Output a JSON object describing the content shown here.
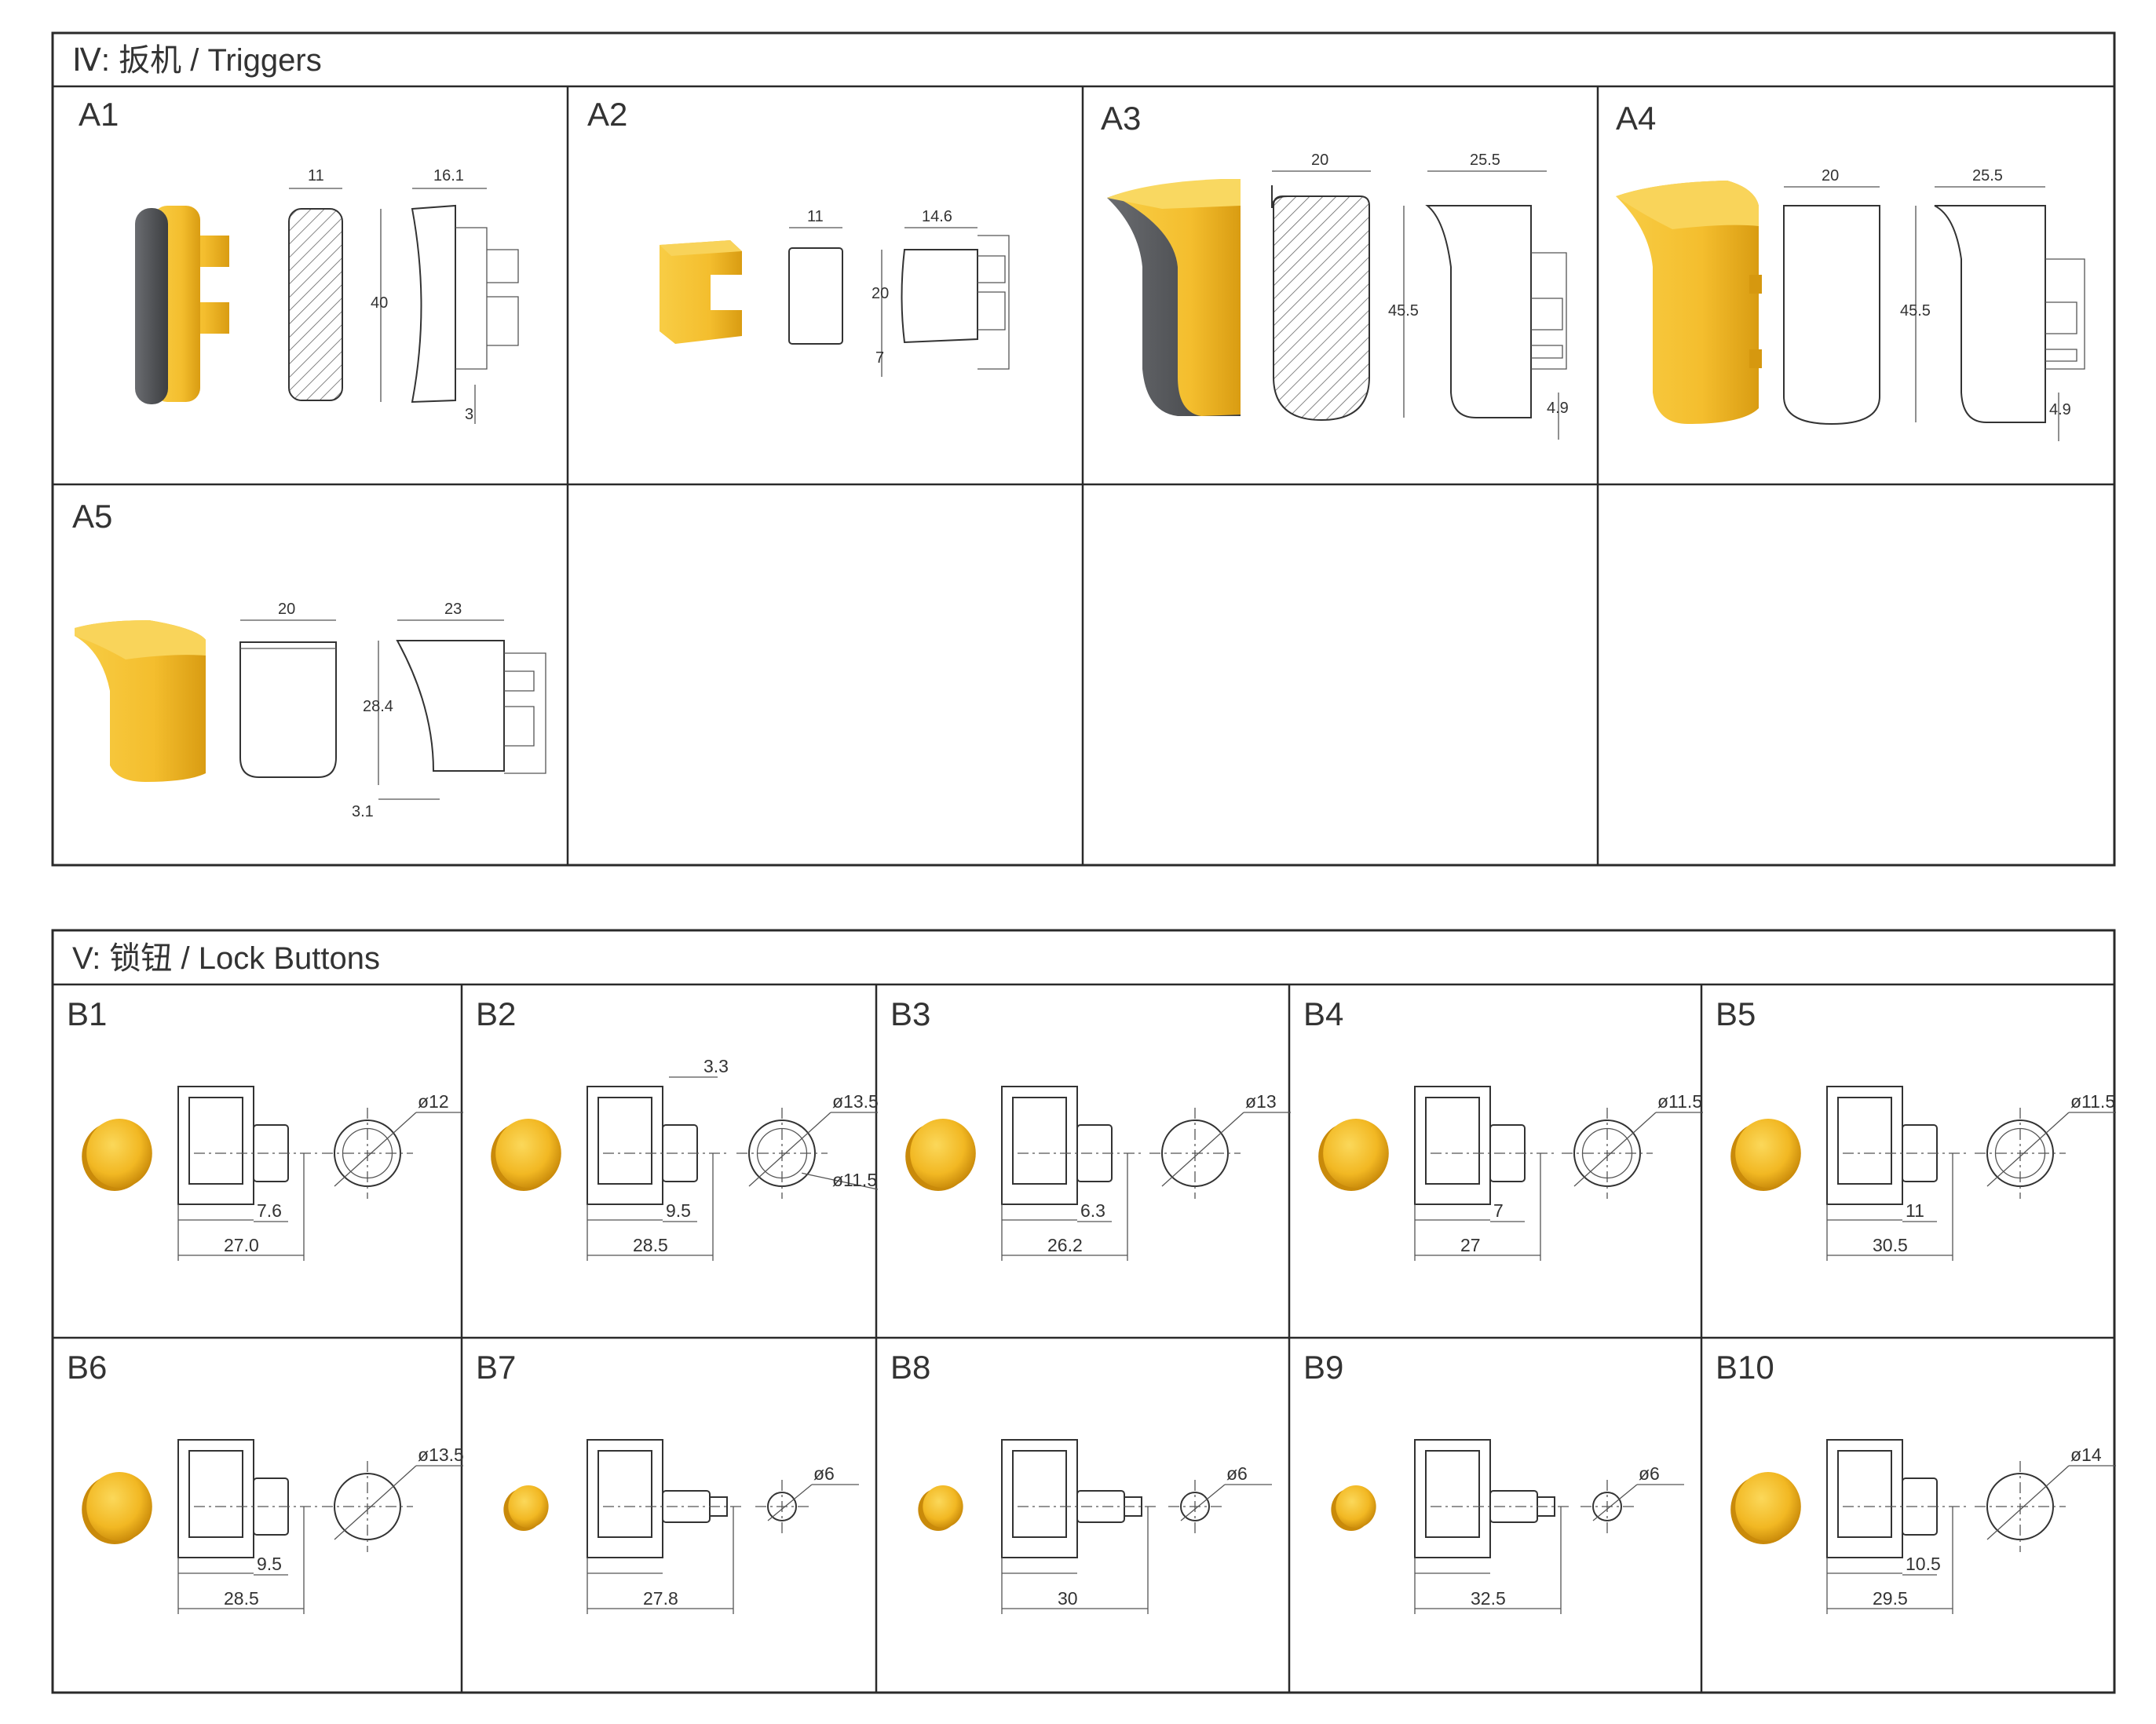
{
  "sections": {
    "triggers": {
      "title": "Ⅳ: 扳机 / Triggers",
      "items": {
        "a1": {
          "label": "A1",
          "dims": [
            "11",
            "16.1",
            "40",
            "3"
          ]
        },
        "a2": {
          "label": "A2",
          "dims": [
            "11",
            "14.6",
            "20",
            "7"
          ]
        },
        "a3": {
          "label": "A3",
          "dims": [
            "20",
            "25.5",
            "45.5",
            "4.9"
          ]
        },
        "a4": {
          "label": "A4",
          "dims": [
            "20",
            "25.5",
            "45.5",
            "4.9"
          ]
        },
        "a5": {
          "label": "A5",
          "dims": [
            "20",
            "23",
            "28.4",
            "3.1"
          ]
        }
      }
    },
    "lock_buttons": {
      "title": "V: 锁钮 / Lock  Buttons",
      "items": {
        "b1": {
          "label": "B1",
          "overall": "27.0",
          "pin": "7.6",
          "dia": [
            "ø12"
          ]
        },
        "b2": {
          "label": "B2",
          "overall": "28.5",
          "pin": "9.5",
          "step": "3.3",
          "dia": [
            "ø13.5",
            "ø11.5"
          ]
        },
        "b3": {
          "label": "B3",
          "overall": "26.2",
          "pin": "6.3",
          "dia": [
            "ø13"
          ]
        },
        "b4": {
          "label": "B4",
          "overall": "27",
          "pin": "7",
          "dia": [
            "ø11.5"
          ]
        },
        "b5": {
          "label": "B5",
          "overall": "30.5",
          "pin": "11",
          "dia": [
            "ø11.5"
          ]
        },
        "b6": {
          "label": "B6",
          "overall": "28.5",
          "pin": "9.5",
          "dia": [
            "ø13.5"
          ]
        },
        "b7": {
          "label": "B7",
          "overall": "27.8",
          "dia": [
            "ø6"
          ]
        },
        "b8": {
          "label": "B8",
          "overall": "30",
          "dia": [
            "ø6"
          ]
        },
        "b9": {
          "label": "B9",
          "overall": "32.5",
          "dia": [
            "ø6"
          ]
        },
        "b10": {
          "label": "B10",
          "overall": "29.5",
          "pin": "10.5",
          "dia": [
            "ø14"
          ]
        }
      }
    }
  },
  "colors": {
    "part_yellow": "#f4be2e",
    "part_yellow_dark": "#d89a10",
    "part_grey": "#4d4f52",
    "line": "#2a2a2a"
  }
}
